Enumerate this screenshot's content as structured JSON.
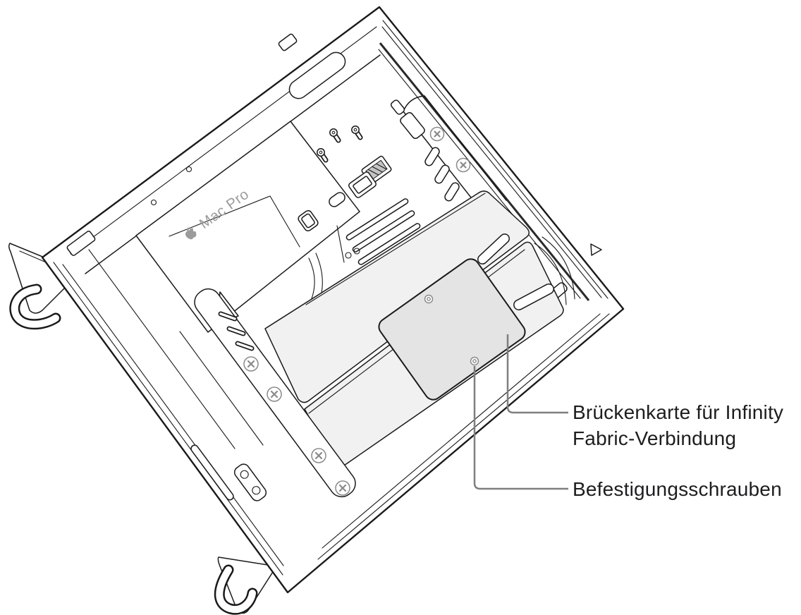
{
  "figure": {
    "description": "Mac Pro opened, lying on its side, interior technical line illustration",
    "background_color": "#ffffff",
    "line_color": "#1a1a1a",
    "callout_line_color": "#7f7f7f",
    "label_text_color": "#1d1d1f",
    "bridge_card_color": "#e4e4e5",
    "mpx_module_color": "#f1f1f1"
  },
  "logo": {
    "icon": "apple-logo",
    "text": "Mac Pro"
  },
  "callouts": {
    "bridge_card": {
      "line1": "Brückenkarte für Infinity",
      "line2": "Fabric-Verbindung"
    },
    "screws": {
      "line1": "Befestigungsschrauben"
    }
  }
}
